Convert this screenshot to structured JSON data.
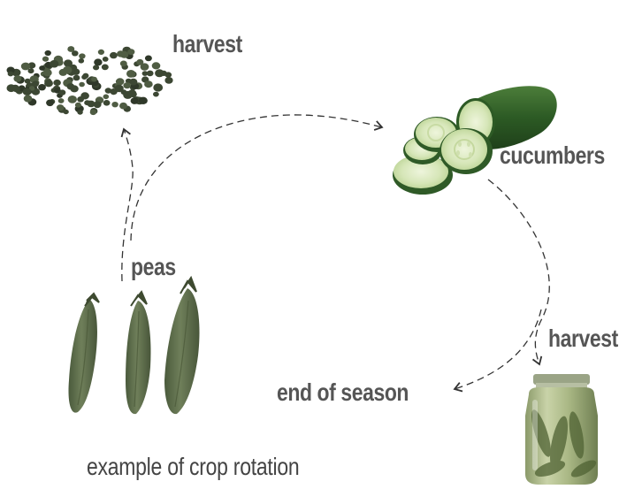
{
  "labels": {
    "harvest_top": "harvest",
    "cucumbers": "cucumbers",
    "peas": "peas",
    "harvest_right": "harvest",
    "end_of_season": "end of season"
  },
  "caption": "example of crop rotation",
  "colors": {
    "label_text": "#555555",
    "arrow": "#333333",
    "pea_green": "#5f6e4d",
    "pea_dark": "#3c4733",
    "cucumber_dark": "#2f5b2a",
    "cucumber_light": "#dbe9c2"
  },
  "icons": [
    "dried-peas-pile-icon",
    "sliced-cucumber-icon",
    "pea-pods-icon",
    "pickle-jar-icon"
  ]
}
